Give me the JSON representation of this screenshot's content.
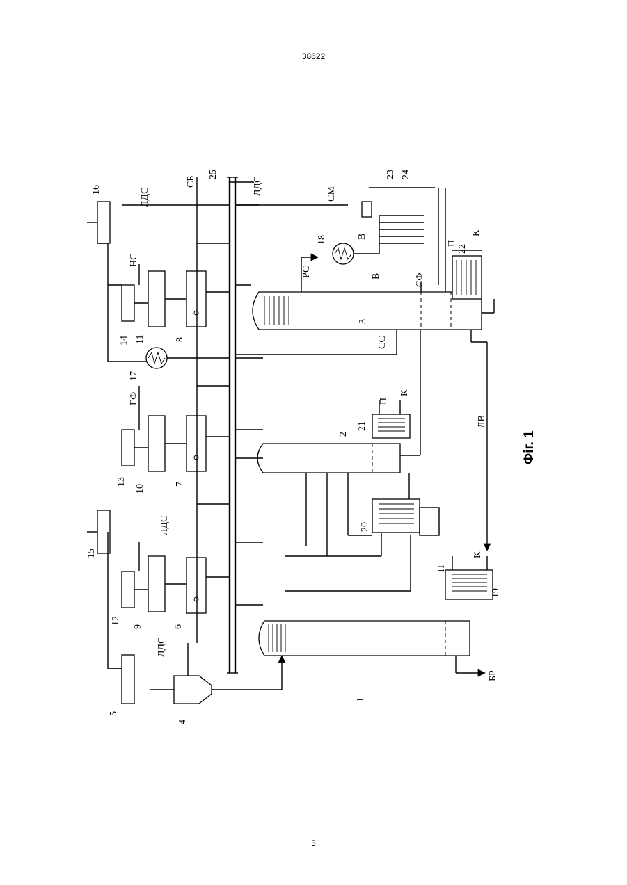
{
  "header": {
    "document_number": "38622"
  },
  "footer": {
    "page_number": "5"
  },
  "figure": {
    "caption": "Фіг. 1",
    "equipment_numbers": {
      "n1": "1",
      "n2": "2",
      "n3": "3",
      "n4": "4",
      "n5": "5",
      "n6": "6",
      "n7": "7",
      "n8": "8",
      "n9": "9",
      "n10": "10",
      "n11": "11",
      "n12": "12",
      "n13": "13",
      "n14": "14",
      "n15": "15",
      "n16": "16",
      "n17": "17",
      "n18": "18",
      "n19": "19",
      "n20": "20",
      "n21": "21",
      "n22": "22",
      "n23": "23",
      "n24": "24",
      "n25": "25"
    },
    "stream_labels": {
      "lds_top": "ЛДС",
      "sb": "СБ",
      "lds_header": "ЛДС",
      "sm": "СМ",
      "ns": "НС",
      "rs": "РС",
      "gf": "ГФ",
      "lds_mid": "ЛДС",
      "lds_bottom": "ЛДС",
      "ss": "СС",
      "sf": "СФ",
      "lv": "ЛВ",
      "br": "БР",
      "v1": "В",
      "v2": "В",
      "p19": "П",
      "k19": "К",
      "p21": "П",
      "k21": "К",
      "p22": "П",
      "k22": "К"
    }
  }
}
